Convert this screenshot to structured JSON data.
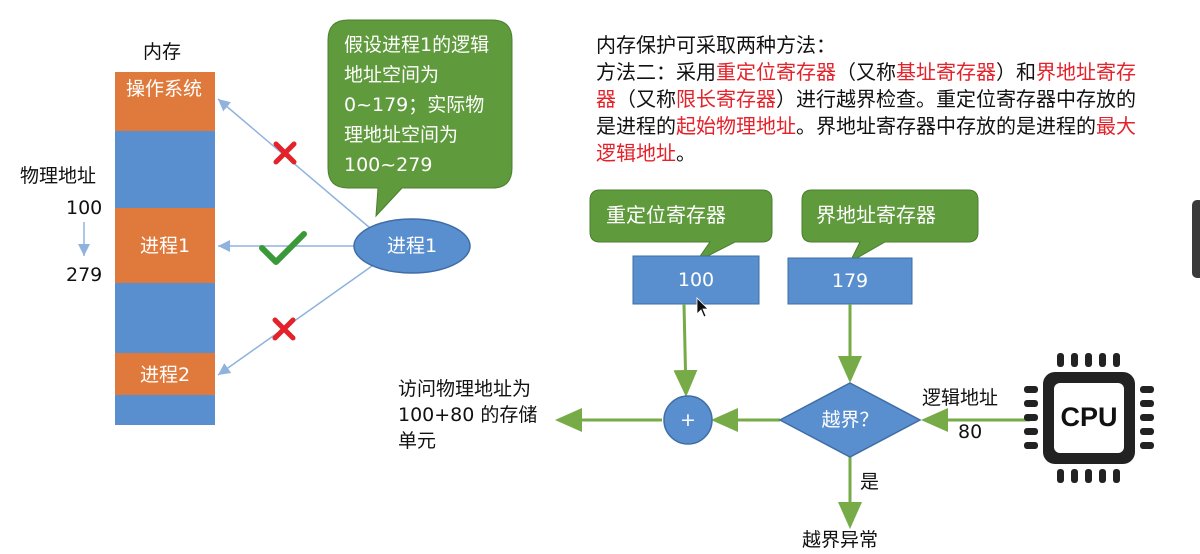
{
  "memory": {
    "title": "内存",
    "os_label": "操作系统",
    "process1_label": "进程1",
    "process2_label": "进程2",
    "phys_addr_label": "物理地址",
    "addr_start": "100",
    "addr_end": "279",
    "arrow_glyph": "↓"
  },
  "bubble": {
    "text": "假设进程1的逻辑地址空间为 0~179；实际物理地址空间为 100~279"
  },
  "process_ellipse": {
    "label": "进程1"
  },
  "description": {
    "line1": "内存保护可采取两种方法：",
    "p_a": "方法二：采用",
    "p_b": "重定位寄存器",
    "p_c": "（又称",
    "p_d": "基址寄存器",
    "p_e": "）和",
    "p_f": "界地址寄存器",
    "p_g": "（又称",
    "p_h": "限长寄存器",
    "p_i": "）进行越界检查。重定位寄存器中存放的是进程的",
    "p_j": "起始物理地址",
    "p_k": "。界地址寄存器中存放的是进程的",
    "p_l": "最大逻辑地址",
    "p_m": "。"
  },
  "registers": {
    "reloc_callout": "重定位寄存器",
    "limit_callout": "界地址寄存器",
    "reloc_value": "100",
    "limit_value": "179"
  },
  "flow": {
    "adder": "+",
    "decision": "越界？",
    "yes_label": "是",
    "exception": "越界异常",
    "logical_addr_label": "逻辑地址",
    "logical_addr_value": "80",
    "access_text": "访问物理地址为 100+80 的存储单元",
    "cpu_label": "CPU"
  },
  "colors": {
    "orange": "#e07a3c",
    "blue": "#5a8fcf",
    "green_callout": "#5f9a3c",
    "green_line": "#76ab47",
    "red": "#e3222a",
    "light_arrow": "#8fb3dd"
  }
}
